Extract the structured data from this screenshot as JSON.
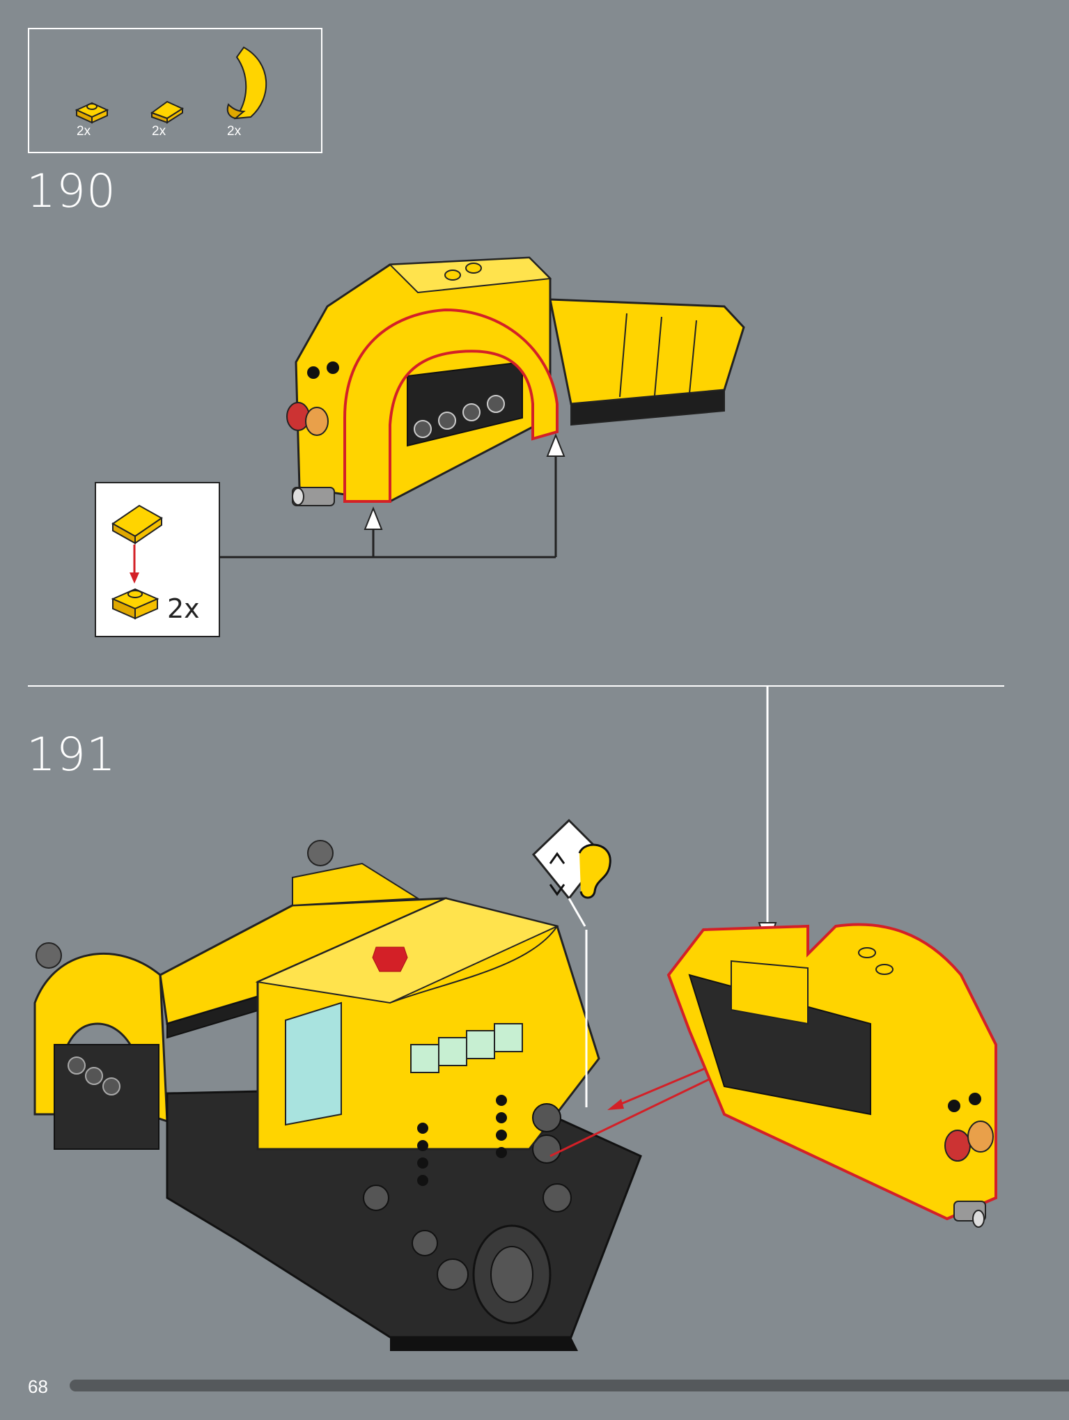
{
  "page": {
    "number": "68",
    "background_color": "#848b90",
    "accent_yellow": "#ffd400",
    "accent_red": "#d32027"
  },
  "parts_list": {
    "items": [
      {
        "icon": "yellow-plate-1x1-icon",
        "quantity": "2x"
      },
      {
        "icon": "yellow-slope-tile-icon",
        "quantity": "2x"
      },
      {
        "icon": "yellow-curved-arch-icon",
        "quantity": "2x"
      }
    ]
  },
  "steps": [
    {
      "number": "190",
      "sub_assembly": {
        "quantity": "2x"
      }
    },
    {
      "number": "191",
      "notice_icon": "click-sound-ear-icon"
    }
  ]
}
